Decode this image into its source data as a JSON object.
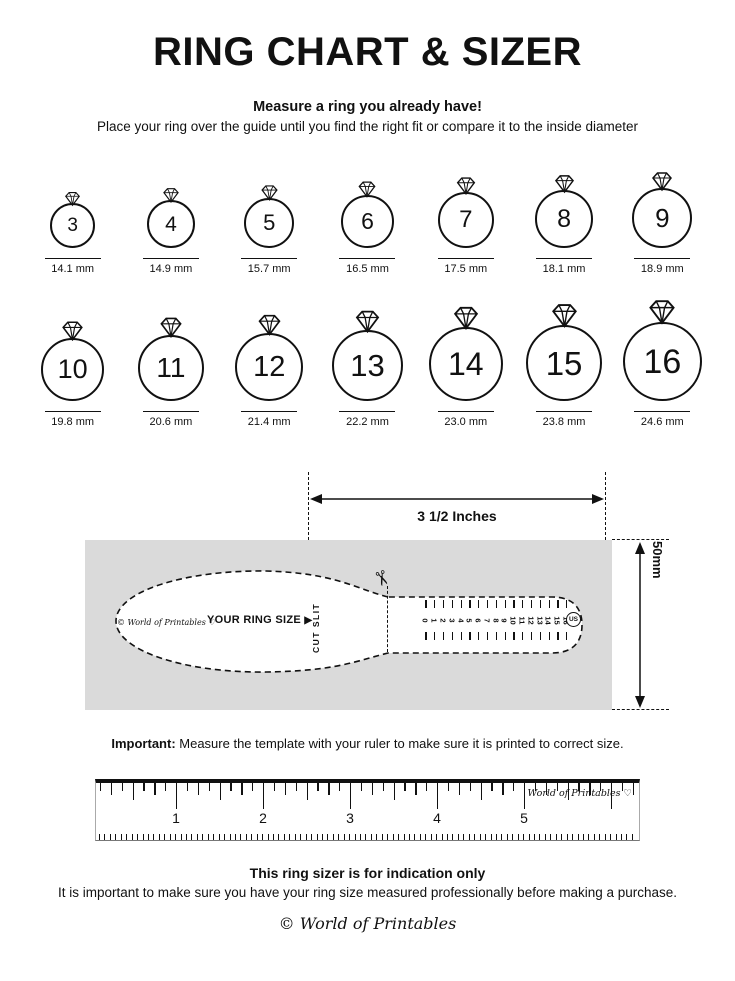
{
  "title": "RING CHART & SIZER",
  "intro": {
    "heading": "Measure a ring you already have!",
    "text": "Place your ring over the guide until you find the right fit or compare it to the inside diameter"
  },
  "ring_rows": [
    [
      {
        "size": "3",
        "diameter": "14.1 mm"
      },
      {
        "size": "4",
        "diameter": "14.9 mm"
      },
      {
        "size": "5",
        "diameter": "15.7 mm"
      },
      {
        "size": "6",
        "diameter": "16.5 mm"
      },
      {
        "size": "7",
        "diameter": "17.5 mm"
      },
      {
        "size": "8",
        "diameter": "18.1 mm"
      },
      {
        "size": "9",
        "diameter": "18.9 mm"
      }
    ],
    [
      {
        "size": "10",
        "diameter": "19.8 mm"
      },
      {
        "size": "11",
        "diameter": "20.6 mm"
      },
      {
        "size": "12",
        "diameter": "21.4 mm"
      },
      {
        "size": "13",
        "diameter": "22.2 mm"
      },
      {
        "size": "14",
        "diameter": "23.0 mm"
      },
      {
        "size": "15",
        "diameter": "23.8 mm"
      },
      {
        "size": "16",
        "diameter": "24.6 mm"
      }
    ]
  ],
  "sizer": {
    "width_label": "3 1/2 Inches",
    "height_label": "50mm",
    "brand": "© World of Printables ♡",
    "your_ring_size_label": "YOUR RING SIZE",
    "pointer_icon": "▶",
    "cut_slit_label": "CUT SLIT",
    "scissors_icon": "✂",
    "scale_numbers": [
      "0",
      "1",
      "2",
      "3",
      "4",
      "5",
      "6",
      "7",
      "8",
      "9",
      "10",
      "11",
      "12",
      "13",
      "14",
      "15",
      "16"
    ],
    "us_label": "US"
  },
  "important": {
    "label": "Important:",
    "text": " Measure the template with your ruler to make sure it is printed to correct size."
  },
  "ruler": {
    "numbers": [
      "1",
      "2",
      "3",
      "4",
      "5"
    ],
    "brand": "World of Printables ♡"
  },
  "footer": {
    "heading": "This ring sizer is for indication only",
    "text": "It is important to make sure you have your ring size measured professionally before making a purchase.",
    "logo": "© World of Printables"
  }
}
